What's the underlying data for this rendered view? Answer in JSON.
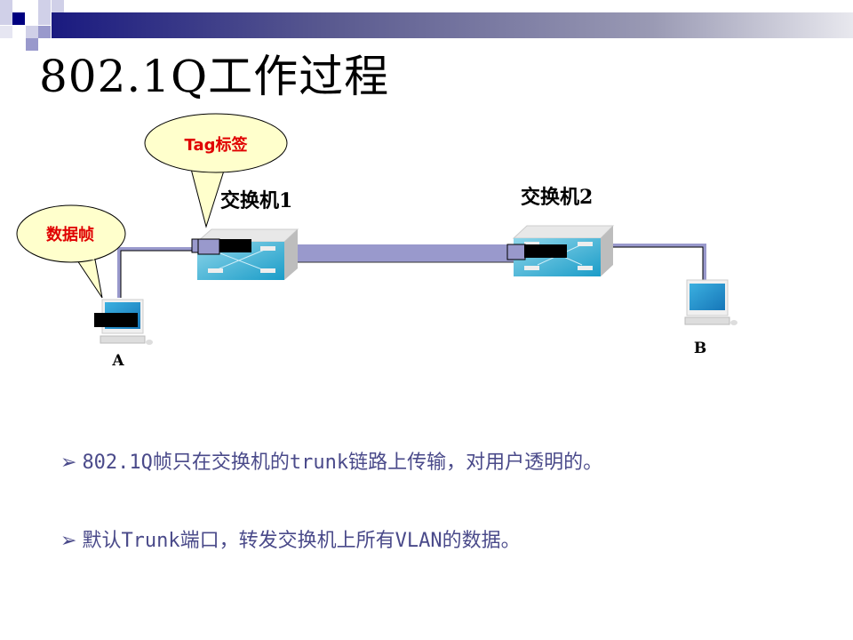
{
  "slide": {
    "title": "802.1Q工作过程",
    "colors": {
      "header_dark": "#1a1a80",
      "bullet_text": "#4a4a8a",
      "callout_text": "#e00000",
      "callout_fill": "#ffffcc",
      "link": "#9999cc"
    }
  },
  "diagram": {
    "callouts": [
      {
        "text": "Tag标签"
      },
      {
        "text": "数据帧"
      }
    ],
    "switches": [
      {
        "label": "交换机1"
      },
      {
        "label": "交换机2"
      }
    ],
    "hosts": [
      {
        "label": "A"
      },
      {
        "label": "B"
      }
    ]
  },
  "bullets": [
    {
      "icon": "arrow-bullet-icon",
      "marker": "➢",
      "text": "802.1Q帧只在交换机的trunk链路上传输，对用户透明的。"
    },
    {
      "icon": "arrow-bullet-icon",
      "marker": "➢",
      "text": "默认Trunk端口，转发交换机上所有VLAN的数据。"
    }
  ]
}
